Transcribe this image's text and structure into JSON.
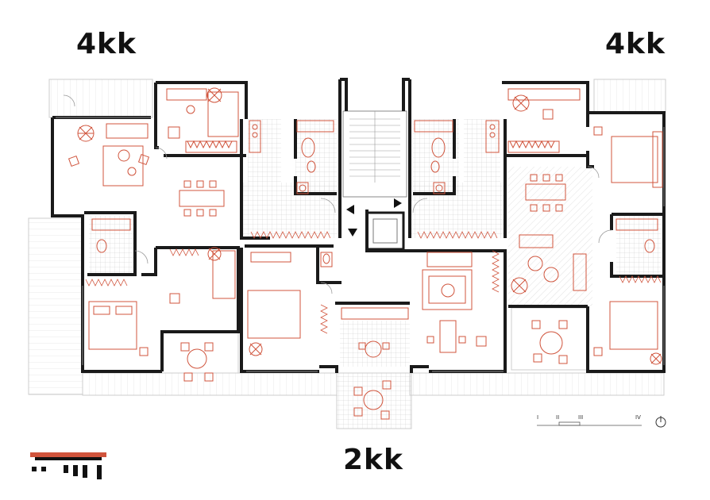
{
  "labels": {
    "unit_top_left": "4kk",
    "unit_top_right": "4kk",
    "unit_bottom": "2kk"
  },
  "scale_bar": {
    "ticks": [
      "I",
      "II",
      "III",
      "IV"
    ]
  },
  "icons": {
    "north_arrow": "north-arrow-icon",
    "logo": "logo-icon",
    "stair_arrows": [
      "arrow-left-icon",
      "arrow-right-icon",
      "arrow-down-icon"
    ]
  },
  "colors": {
    "walls": "#1a1a1a",
    "furniture": "#d0543c",
    "tile_hatch": "#bbbbbb",
    "light_line": "#cccccc",
    "logo_red": "#d0543c"
  }
}
